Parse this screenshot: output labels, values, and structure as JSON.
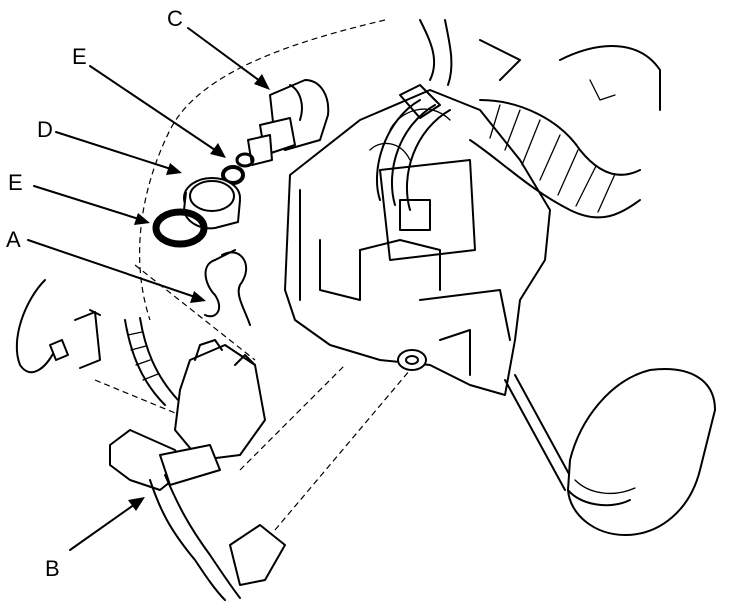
{
  "callouts": {
    "c": "C",
    "e_top": "E",
    "d": "D",
    "e_bottom": "E",
    "a": "A",
    "b": "B"
  },
  "colors": {
    "ink": "#000000",
    "paper": "#ffffff"
  }
}
